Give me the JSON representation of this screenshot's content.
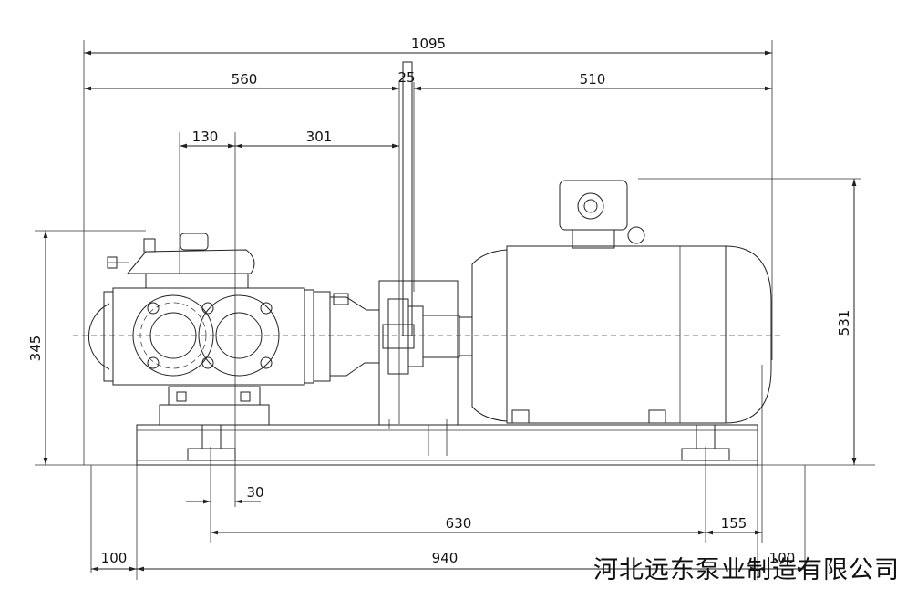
{
  "dimensions": {
    "overall_length": "1095",
    "pump_section": "560",
    "coupling_gap": "25",
    "motor_section": "510",
    "inlet_offset": "130",
    "pump_to_coupling": "301",
    "height_pump": "345",
    "height_motor": "531",
    "foot_offset": "30",
    "bolt_span": "630",
    "motor_foot_offset": "155",
    "base_left_margin": "100",
    "base_length": "940",
    "base_right_margin": "100"
  },
  "company_name": "河北远东泵业制造有限公司"
}
